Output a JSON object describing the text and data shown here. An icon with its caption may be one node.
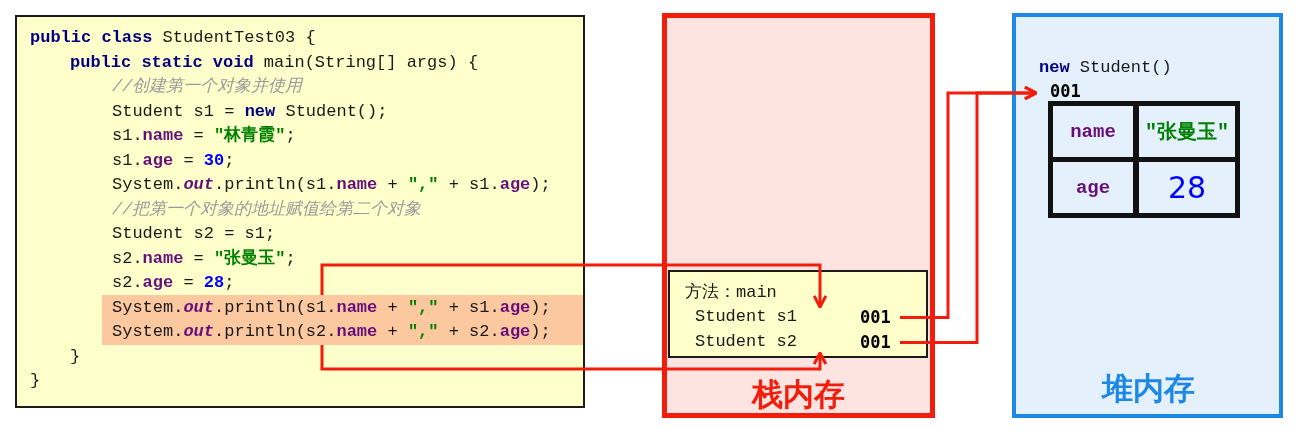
{
  "diagram": {
    "nodes": [
      {
        "text": [
          "**public class** StudentTest03 {",
          "**public static void** main(String[] args) {",
          "//创建第一个对象并使用",
          "Student s1 = **new** Student();",
          "s1.**name** = **\"林青霞\"**;",
          "s1.**age** = **30**;",
          "System.*out*.println(s1.**name** + **\",\"** + s1.**age**);",
          "//把第一个对象的地址赋值给第二个对象",
          "Student s2 = s1;",
          "s2.**name** = **\"张曼玉\"**;",
          "s2.**age** = **28**;",
          "}",
          "}"
        ]
      },
      {
        "text": [
          "System.*out*.println(s1.**name** + **\",\"** + s1.**age**);",
          "System.*out*.println(s2.**name** + **\",\"** + s2.**age**);"
        ],
        "in": 0
      },
      {
        "text": [
          "栈内存"
        ]
      },
      {
        "text": [
          "方法：main"
        ],
        "in": 2
      },
      {
        "text": [
          "Student s1",
          "001"
        ],
        "in": 3
      },
      {
        "text": [
          "Student s2",
          "001"
        ],
        "in": 3
      },
      {
        "text": [
          "堆内存"
        ]
      },
      {
        "text": [
          "**new** Student()",
          "001"
        ],
        "in": 6
      },
      {
        "text": [
          "name"
        ],
        "in": 7
      },
      {
        "text": [
          "\"张曼玉\""
        ],
        "in": 7
      },
      {
        "text": [
          "age"
        ],
        "in": 7
      },
      {
        "text": [
          "28"
        ],
        "in": 7
      }
    ],
    "edges": [
      {
        "from": 1,
        "to": 4,
        "arrow": "to"
      },
      {
        "from": 1,
        "to": 5,
        "arrow": "to"
      },
      {
        "from": 4,
        "to": 7,
        "arrow": "to"
      },
      {
        "from": 5,
        "to": 7,
        "arrow": "to"
      }
    ]
  }
}
